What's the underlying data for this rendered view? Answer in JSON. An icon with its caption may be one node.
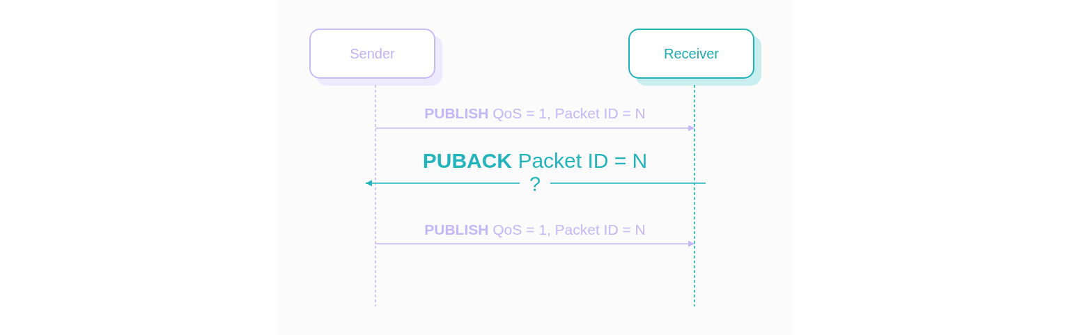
{
  "diagram": {
    "nodes": [
      {
        "text": [
          "Sender"
        ]
      },
      {
        "text": [
          "Receiver"
        ]
      }
    ],
    "edges": [
      {
        "from": 0,
        "to": 1,
        "arrow": "to",
        "label": "**PUBLISH** QoS = 1, Packet ID = N"
      },
      {
        "from": 1,
        "to": 0,
        "arrow": "to",
        "label": "**PUBACK** Packet ID = N",
        "color": "#22b4bc"
      },
      {
        "from": 0,
        "to": 1,
        "arrow": "to",
        "label": "**PUBLISH** QoS = 1, Packet ID = N"
      }
    ],
    "labels": [
      "?"
    ]
  }
}
